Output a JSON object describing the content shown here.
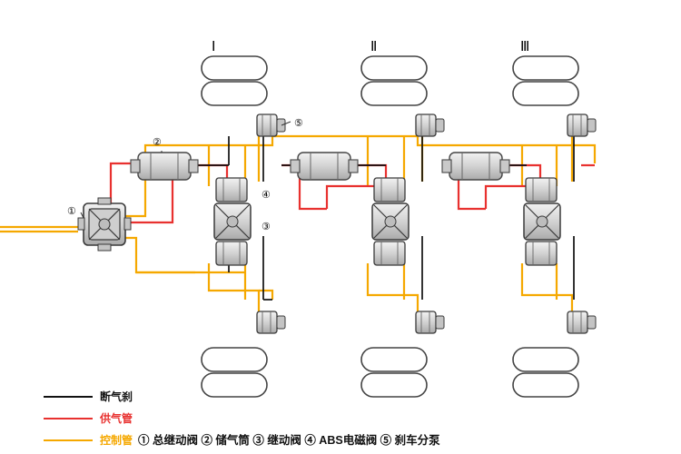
{
  "diagram": {
    "title_axles": [
      "Ⅰ",
      "Ⅱ",
      "Ⅲ"
    ],
    "callouts": [
      {
        "id": "1",
        "glyph": "①"
      },
      {
        "id": "2",
        "glyph": "②"
      },
      {
        "id": "3",
        "glyph": "③"
      },
      {
        "id": "4",
        "glyph": "④"
      },
      {
        "id": "5",
        "glyph": "⑤"
      }
    ],
    "colors": {
      "brake_line": "#111111",
      "supply_line": "#e8312f",
      "control_line": "#f5a800",
      "component_fill": "#d9d9d9",
      "component_stroke": "#333333",
      "bellow_fill": "#ffffff",
      "bellow_stroke": "#444444"
    }
  },
  "legend": {
    "items": [
      {
        "label": "断气刹",
        "color": "#111111"
      },
      {
        "label": "供气管",
        "color": "#e8312f"
      },
      {
        "label": "控制管",
        "color": "#f5a800"
      }
    ],
    "key": "① 总继动阀  ② 储气筒  ③ 继动阀  ④ ABS电磁阀  ⑤ 刹车分泵"
  }
}
